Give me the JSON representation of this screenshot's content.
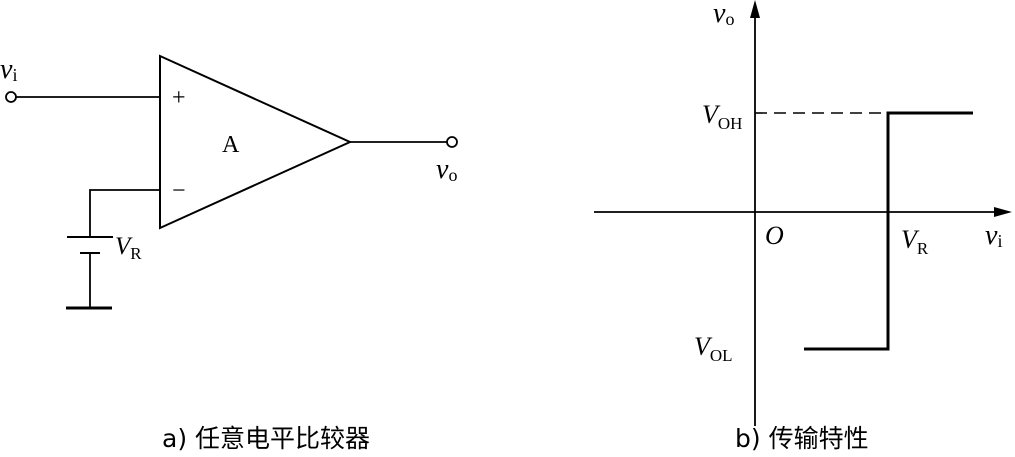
{
  "circuit": {
    "input": {
      "symbol": "v",
      "subscript": "i"
    },
    "output": {
      "symbol": "v",
      "subscript": "o"
    },
    "opamp_label": "A",
    "plus_sign": "+",
    "minus_sign": "−",
    "reference": {
      "symbol": "V",
      "subscript": "R"
    },
    "caption": "a) 任意电平比较器"
  },
  "transfer": {
    "y_axis": {
      "symbol": "v",
      "subscript": "o"
    },
    "x_axis": {
      "symbol": "v",
      "subscript": "i"
    },
    "origin": "O",
    "voh": {
      "symbol": "V",
      "subscript": "OH"
    },
    "vol": {
      "symbol": "V",
      "subscript": "OL"
    },
    "threshold": {
      "symbol": "V",
      "subscript": "R"
    },
    "caption": "b) 传输特性"
  }
}
